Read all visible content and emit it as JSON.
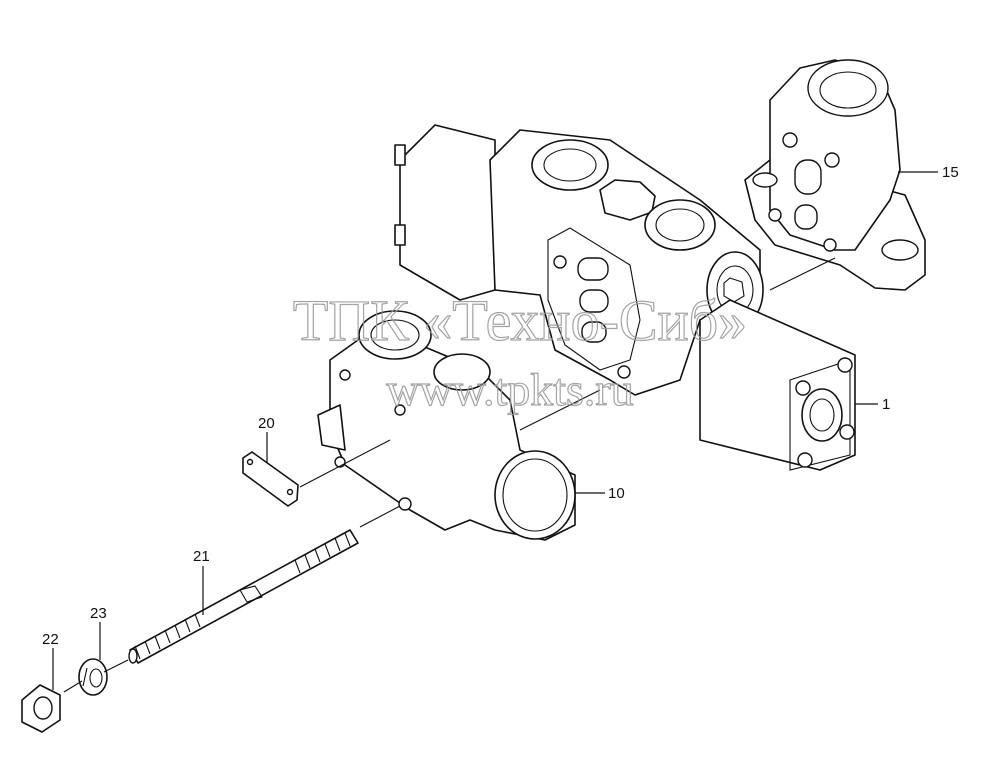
{
  "callouts": {
    "p1": "1",
    "p10": "10",
    "p15": "15",
    "p20": "20",
    "p21": "21",
    "p22": "22",
    "p23": "23"
  },
  "watermark": {
    "line1": "ТПК «Техно-Сиб»",
    "line2": "www.tpkts.ru"
  },
  "colors": {
    "ink": "#111111",
    "watermark": "#9a9a9a",
    "background": "#ffffff"
  }
}
